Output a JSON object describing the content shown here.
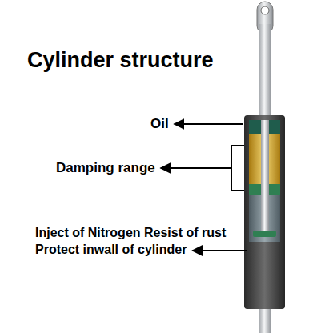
{
  "diagram": {
    "title": "Cylinder structure",
    "labels": [
      "Oil",
      "Damping range",
      "Inject of Nitrogen Resist of rust Protect inwall of cylinder"
    ]
  }
}
